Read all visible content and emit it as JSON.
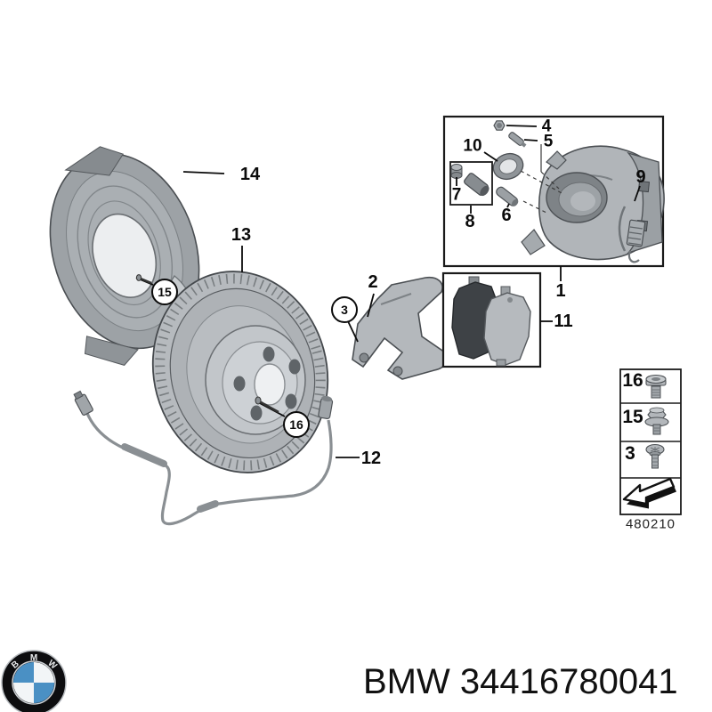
{
  "footer": {
    "brand_text": "BMW 34416780041",
    "logo": {
      "letter_b": "B",
      "letter_m": "M",
      "letter_w": "W",
      "ring_color": "#0d0d0f",
      "blue": "#4a90c4",
      "white": "#f2f5f7"
    }
  },
  "diagram": {
    "drawing_number": "480210",
    "callouts": {
      "c1": "1",
      "c2": "2",
      "c3": "3",
      "c4": "4",
      "c5": "5",
      "c6": "6",
      "c7": "7",
      "c8": "8",
      "c9": "9",
      "c10": "10",
      "c11": "11",
      "c12": "12",
      "c13": "13",
      "c14": "14",
      "c15": "15",
      "c16": "16"
    },
    "legend": {
      "rows": [
        {
          "label": "16",
          "icon": "countersunk-plug-screw"
        },
        {
          "label": "15",
          "icon": "flanged-hex-nut"
        },
        {
          "label": "3",
          "icon": "torx-screw"
        },
        {
          "label": "",
          "icon": "direction-arrow"
        }
      ]
    }
  }
}
